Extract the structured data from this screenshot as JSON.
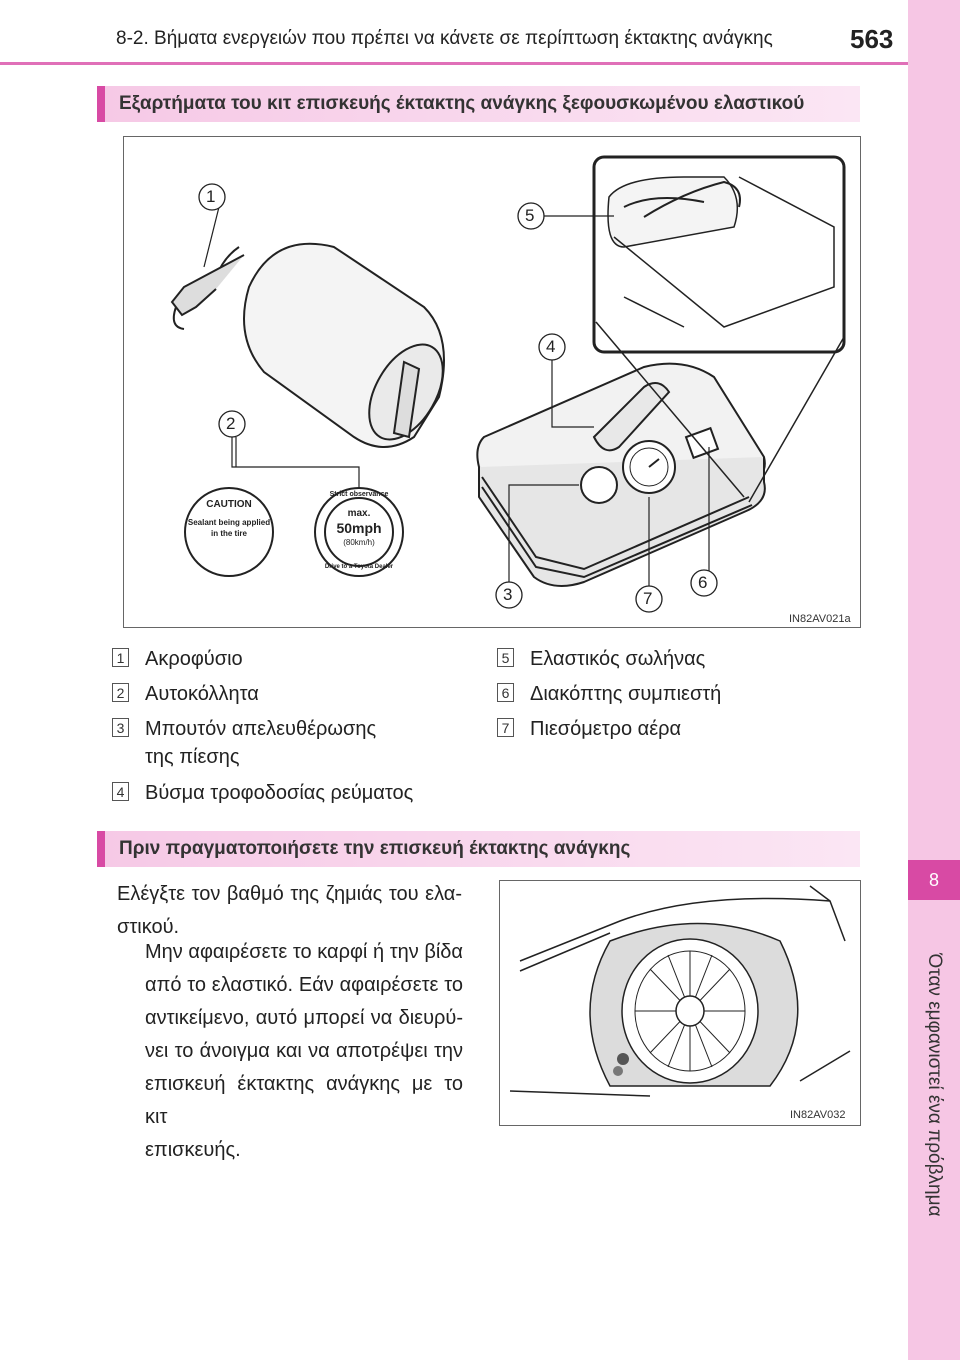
{
  "header": {
    "title": "8-2. Βήματα ενεργειών που πρέπει να κάνετε σε περίπτωση έκτακτης ανάγκης",
    "page_number": "563"
  },
  "side_tab": {
    "chapter_number": "8",
    "chapter_title": "Όταν εμφανιστεί ένα πρόβλημα"
  },
  "section1": {
    "title": "Εξαρτήματα του κιτ επισκευής έκτακτης ανάγκης ξεφουσκωμένου ελαστικού",
    "figure_code": "IN82AV021a",
    "callouts": [
      "1",
      "2",
      "3",
      "4",
      "5",
      "6",
      "7"
    ],
    "sticker_caution": {
      "heading": "CAUTION",
      "line1": "Sealant being applied",
      "line2": "in the tire"
    },
    "sticker_speed": {
      "ring_top": "Strict observance",
      "ring_bottom": "Drive to a Toyota Dealer",
      "max": "max.",
      "speed": "50mph",
      "kmh": "(80km/h)"
    },
    "legend": [
      {
        "num": "1",
        "text": "Ακροφύσιο"
      },
      {
        "num": "2",
        "text": "Αυτοκόλλητα"
      },
      {
        "num": "3",
        "text": "Μπουτόν απελευθέρωσης",
        "text2": "της πίεσης"
      },
      {
        "num": "4",
        "text": "Βύσμα τροφοδοσίας ρεύματος"
      },
      {
        "num": "5",
        "text": "Ελαστικός σωλήνας"
      },
      {
        "num": "6",
        "text": "Διακόπτης συμπιεστή"
      },
      {
        "num": "7",
        "text": "Πιεσόμετρο αέρα"
      }
    ]
  },
  "section2": {
    "title": "Πριν πραγματοποιήσετε την επισκευή έκτακτης ανάγκης",
    "para1_line1": "Ελέγξτε τον βαθμό της ζημιάς του ελα-",
    "para1_line2": "στικού.",
    "para2_lines": [
      "Μην αφαιρέσετε το καρφί ή την βίδα",
      "από το ελαστικό. Εάν αφαιρέσετε το",
      "αντικείμενο, αυτό μπορεί να διευρύ-",
      "νει το άνοιγμα και να αποτρέψει την",
      "επισκευή έκτακτης ανάγκης με το κιτ",
      "επισκευής."
    ],
    "figure_code": "IN82AV032"
  }
}
